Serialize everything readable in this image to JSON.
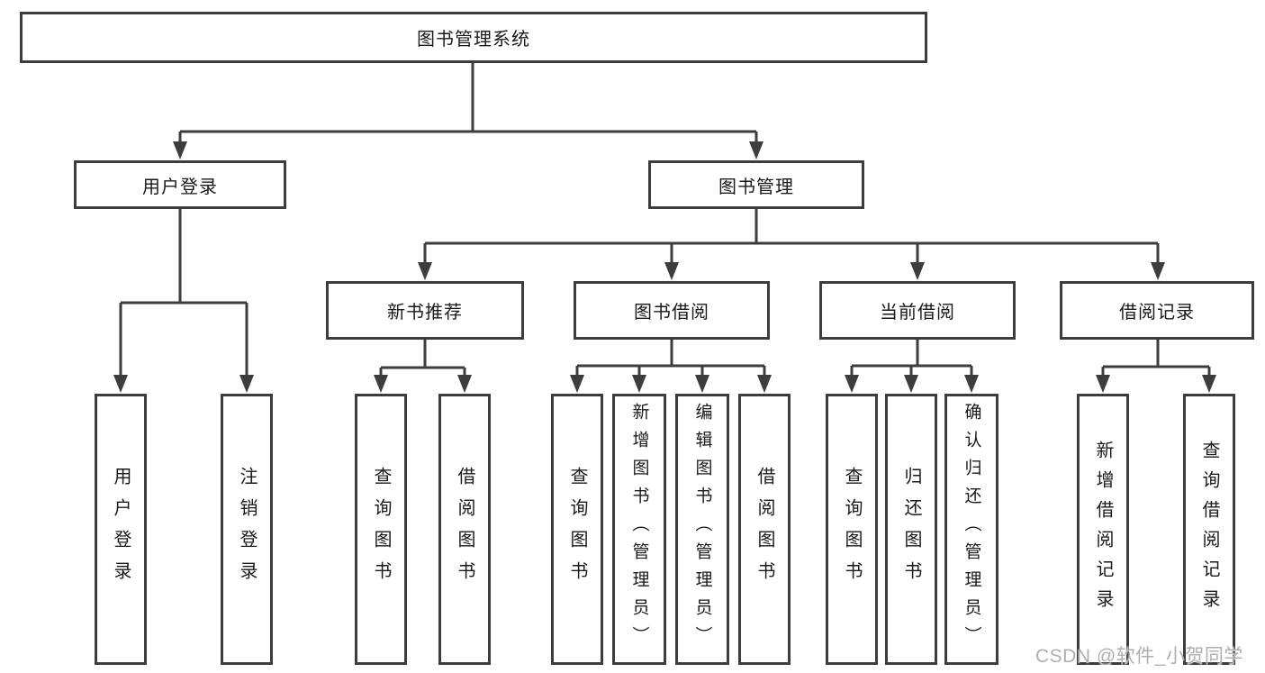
{
  "tree": {
    "label": "图书管理系统",
    "children": [
      {
        "label": "用户登录",
        "children": [
          {
            "label": "用户登录"
          },
          {
            "label": "注销登录"
          }
        ]
      },
      {
        "label": "图书管理",
        "children": [
          {
            "label": "新书推荐",
            "children": [
              {
                "label": "查询图书"
              },
              {
                "label": "借阅图书"
              }
            ]
          },
          {
            "label": "图书借阅",
            "children": [
              {
                "label": "查询图书"
              },
              {
                "label": "新增图书（管理员）"
              },
              {
                "label": "编辑图书（管理员）"
              },
              {
                "label": "借阅图书"
              }
            ]
          },
          {
            "label": "当前借阅",
            "children": [
              {
                "label": "查询图书"
              },
              {
                "label": "归还图书"
              },
              {
                "label": "确认归还（管理员）"
              }
            ]
          },
          {
            "label": "借阅记录",
            "children": [
              {
                "label": "新增借阅记录"
              },
              {
                "label": "查询借阅记录"
              }
            ]
          }
        ]
      }
    ]
  },
  "watermark": {
    "text": "CSDN @软件_小贺同学"
  },
  "colors": {
    "line": "#3d3d3d",
    "box_border": "#3d3d3d",
    "text": "#1a1a1a",
    "background": "#ffffff",
    "watermark": "#aeaeb3"
  }
}
